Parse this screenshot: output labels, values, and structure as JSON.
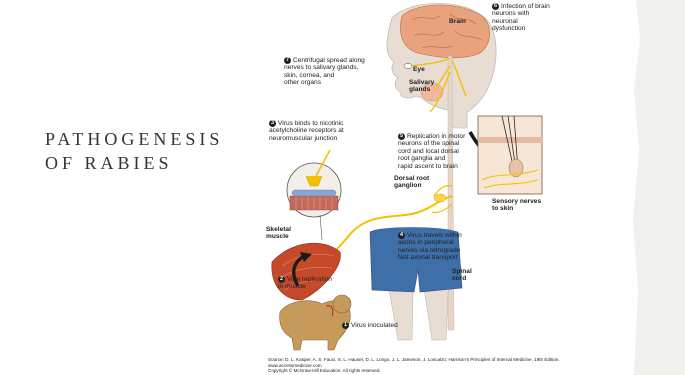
{
  "slide": {
    "title_lines": [
      "PATHOGENESIS",
      "OF RABIES"
    ]
  },
  "figure": {
    "labels": {
      "brain": "Brain",
      "eye": "Eye",
      "salivary": "Salivary\nglands",
      "skeletal_muscle": "Skeletal\nmuscle",
      "dorsal_root": "Dorsal root\nganglion",
      "spinal_cord": "Spinal\ncord",
      "sensory_nerves": "Sensory nerves\nto skin"
    },
    "steps": [
      {
        "num": "1",
        "text": "Virus inoculated"
      },
      {
        "num": "2",
        "text": "Viral replication\nin muscle"
      },
      {
        "num": "3",
        "text": "Virus binds to nicotinic\nacetylcholine receptors at\nneuromuscular junction"
      },
      {
        "num": "4",
        "text": "Virus travels within\naxons in peripheral\nnerves via retrograde\nfast axonal transport"
      },
      {
        "num": "5",
        "text": "Replication in motor\nneurons of the spinal\ncord and local dorsal\nroot ganglia and\nrapid ascent to brain"
      },
      {
        "num": "6",
        "text": "Infection of brain\nneurons with\nneuronal\ndysfunction"
      },
      {
        "num": "7",
        "text": "Centrifugal spread along\nnerves to salivary glands,\nskin, cornea, and\nother organs"
      }
    ],
    "source_line1": "Source: D. L. Kasper, A. S. Fauci, S. L. Hauser, D. L. Longo, J. L. Jameson, J. Loscalzo: Harrison's Principles of Internal Medicine, 19th Edition.",
    "source_line2": "www.accessmedicine.com",
    "source_line3": "Copyright © McGraw-Hill Education. All rights reserved."
  },
  "colors": {
    "background": "#f0f0ef",
    "slide": "#ffffff",
    "title": "#333333",
    "skin": "#e8ddd3",
    "brain": "#e8a27e",
    "nerve": "#f2c200",
    "muscle": "#c44a2a",
    "dog": "#c69a5a",
    "shorts": "#3f6fa8"
  }
}
